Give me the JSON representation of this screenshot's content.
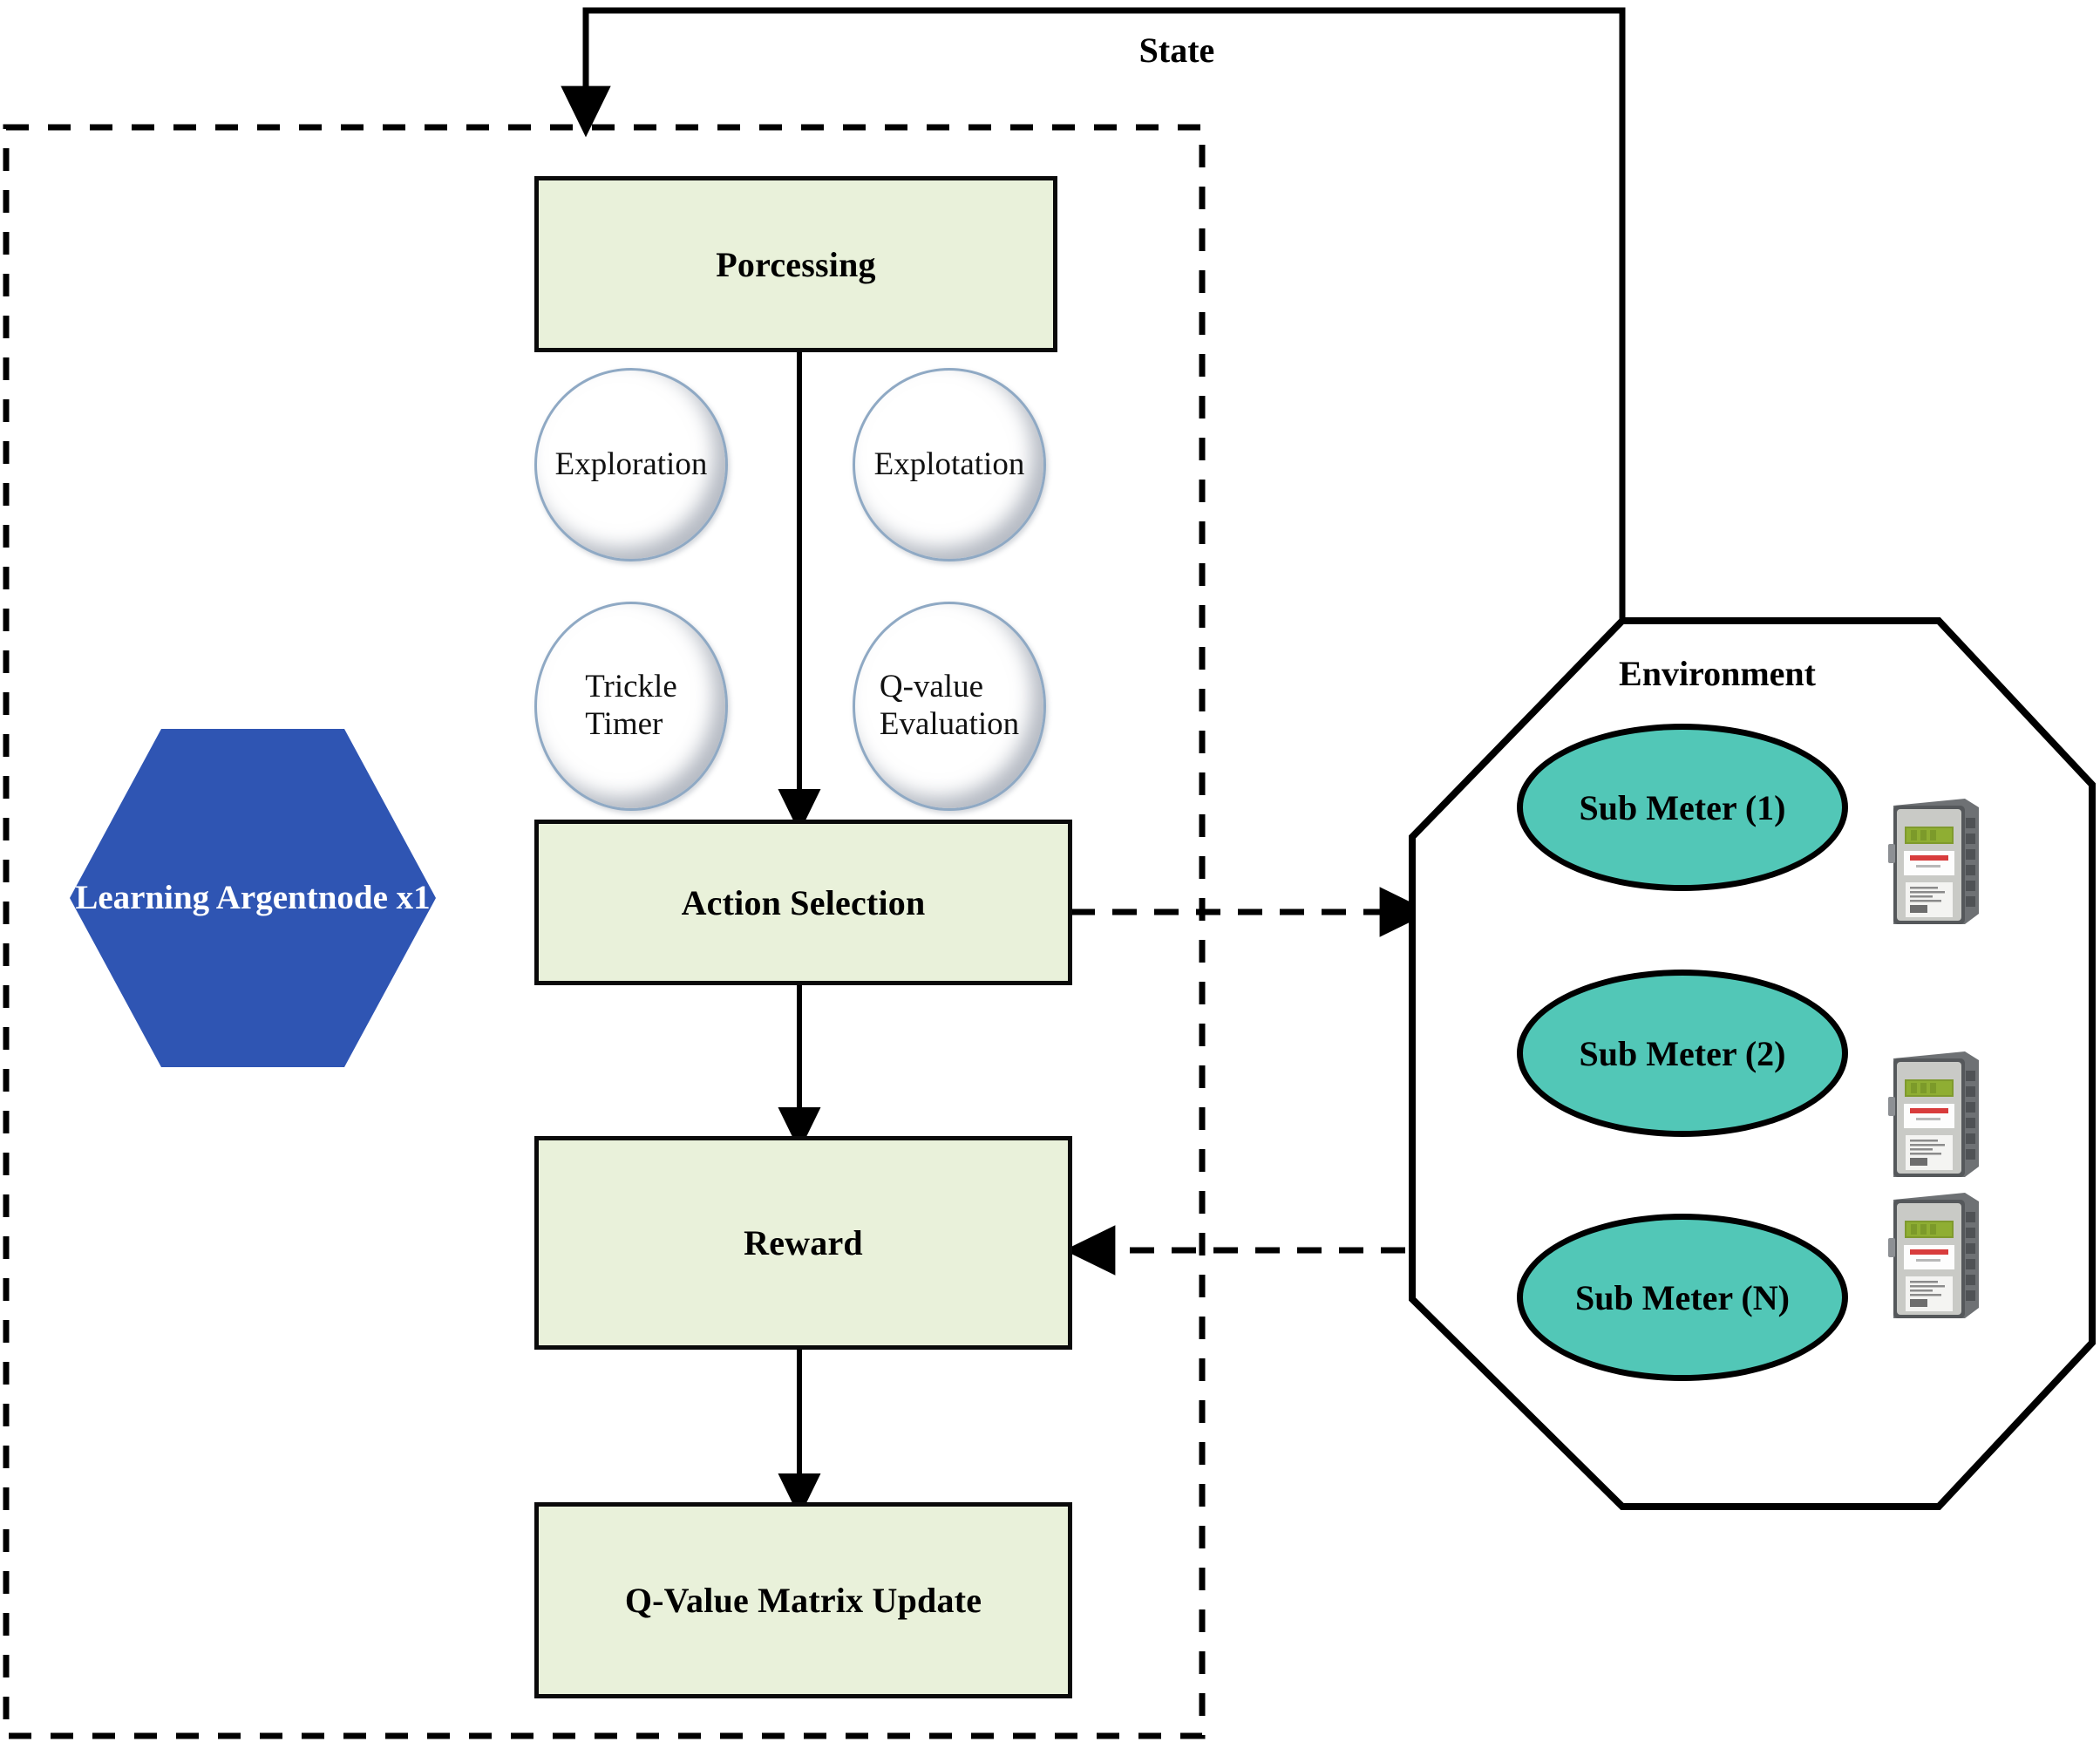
{
  "diagram": {
    "title": "Q-learning agent and environment block diagram",
    "colors": {
      "process_fill": "#E9F1DA",
      "agent_hex_fill": "#2F55B3",
      "submeter_fill": "#52C7B7",
      "stroke": "#000000",
      "circle_stroke": "#8FA9C4"
    }
  },
  "feedback": {
    "state_label": "State"
  },
  "agent": {
    "node_label": "Learning Argent\nnode x1",
    "node_label_line1": "Learning Argent",
    "node_label_line2": "node x1",
    "boxes": {
      "processing": "Porcessing",
      "action_selection": "Action Selection",
      "reward": "Reward",
      "q_update": "Q-Value Matrix Update"
    },
    "options": [
      {
        "id": "exploration",
        "label": "Exploration"
      },
      {
        "id": "explotation",
        "label": "Explotation"
      },
      {
        "id": "trickle-timer",
        "label": "Trickle\nTimer",
        "line1": "Trickle",
        "line2": "Timer"
      },
      {
        "id": "q-value-evaluation",
        "label": "Q-value\nEvaluation",
        "line1": "Q-value",
        "line2": "Evaluation"
      }
    ]
  },
  "environment": {
    "title": "Environment",
    "sub_meters": [
      {
        "label": "Sub Meter (1)"
      },
      {
        "label": "Sub Meter (2)"
      },
      {
        "label": "Sub Meter (N)"
      }
    ],
    "devices": [
      {
        "name": "sub-meter-device-1"
      },
      {
        "name": "sub-meter-device-2"
      },
      {
        "name": "sub-meter-device-3"
      }
    ]
  }
}
